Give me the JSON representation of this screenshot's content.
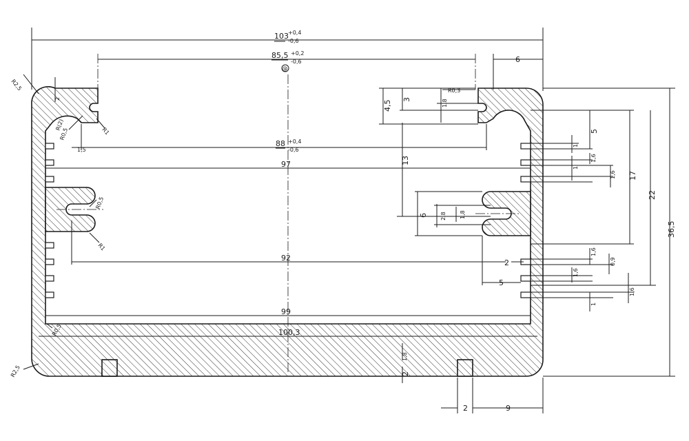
{
  "drawing": {
    "overall_width": {
      "value": "103",
      "tol_upper": "+0,4",
      "tol_lower": "-0,6"
    },
    "slot_spacing": {
      "value": "85,5",
      "tol_upper": "+0,2",
      "tol_lower": "-0,6",
      "symbol": "@"
    },
    "inner_slot_width": {
      "value": "88",
      "tol_upper": "+0,4",
      "tol_lower": "-0,6"
    },
    "width_97": "97",
    "width_92": "92",
    "width_99": "99",
    "width_100_3": "100,3",
    "height_36_5": "36,5",
    "height_22": "22",
    "height_17": "17",
    "height_13": "13",
    "d_6_top": "6",
    "d_4_5": "4,5",
    "d_3": "3",
    "d_1_8_top": "1,8",
    "d_2_small": "2",
    "d_1_5": "1,5",
    "r_2_5_top": "R2,5",
    "r_2_5_bottom": "R2,5",
    "r_2_paren": "R(2)",
    "r_0_5_top": "R0,5",
    "r_1_top": "R1",
    "r_0_3": "R0,3",
    "r_0_5_mid": "R0,5",
    "r_1_mid": "R1",
    "r_0_5_bottom": "R0,5",
    "d_6_mid": "6",
    "d_2_8": "2,8",
    "d_1_8_mid": "1,8",
    "d_5_right": "5",
    "d_1_a": "1",
    "d_1_6_a": "1,6",
    "d_1_b": "1",
    "d_1_6_b": "1,6",
    "d_2_right": "2",
    "d_1_6_c": "1,6",
    "d_0_9": "0,9",
    "d_5_lower": "5",
    "d_1_6_d": "1,6",
    "d_1_6_e": "1,6",
    "d_1_c": "1",
    "d_1_8_bottom": "1,8",
    "d_2_foot_h": "2",
    "d_2_foot_w": "2",
    "d_9": "9"
  }
}
